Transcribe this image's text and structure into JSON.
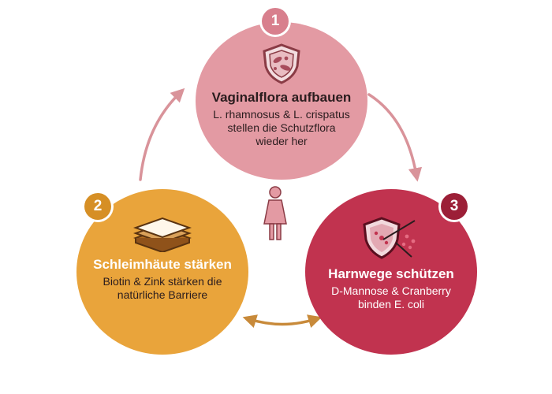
{
  "steps": [
    {
      "number": "1",
      "title": "Vaginalflora aufbauen",
      "lines": [
        "L. rhamnosus & L. crispatus",
        "stellen die Schutzflora",
        "wieder her"
      ],
      "icon": "bacteria-shield-icon"
    },
    {
      "number": "2",
      "title": "Schleimhäute stärken",
      "lines": [
        "Biotin & Zink stärken die",
        "natürliche Barriere"
      ],
      "icon": "skin-layers-icon"
    },
    {
      "number": "3",
      "title": "Harnwege schützen",
      "lines": [
        "D-Mannose & Cranberry",
        "binden E. coli"
      ],
      "icon": "blocked-bacteria-shield-icon"
    }
  ],
  "center_icon": "woman-icon",
  "colors": {
    "step1": "#e39aa3",
    "step2": "#e9a43b",
    "step3": "#c1334f",
    "arrow_top": "#d9939a",
    "arrow_bottom": "#c88a3a"
  }
}
